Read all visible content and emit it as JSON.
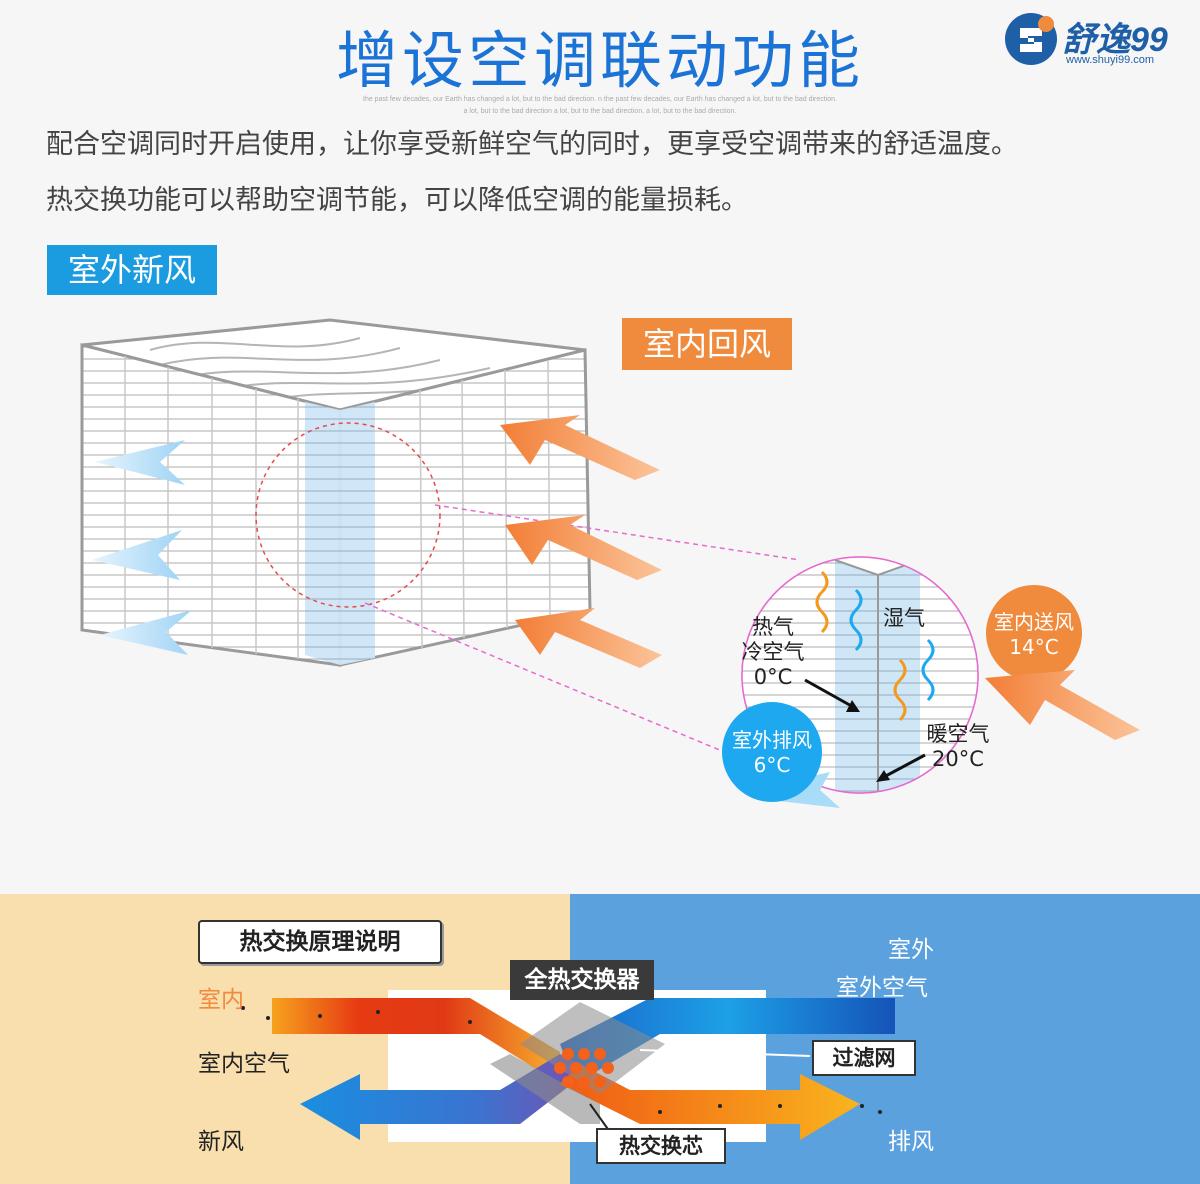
{
  "header": {
    "title": "增设空调联动功能",
    "sublines": [
      "the past few decades, our Earth has changed a lot, but to the bad direction. n the past few decades, our Earth has changed a lot, but to the bad direction.",
      "a lot, but to the bad direction a lot, but to the bad direction. a lot, but to the bad direction."
    ]
  },
  "logo": {
    "name": "舒逸99",
    "url": "www.shuyi99.com"
  },
  "description": [
    "配合空调同时开启使用，让你享受新鲜空气的同时，更享受空调带来的舒适温度。",
    "热交换功能可以帮助空调节能，可以降低空调的能量损耗。"
  ],
  "tags": {
    "outdoor_fresh": "室外新风",
    "indoor_return": "室内回风"
  },
  "detail": {
    "hot_cold": [
      "热气",
      "冷空气",
      "0°C"
    ],
    "humid": "湿气",
    "warm": [
      "暖空气",
      "20°C"
    ],
    "supply": [
      "室内送风",
      "14°C"
    ],
    "exhaust": [
      "室外排风",
      "6°C"
    ]
  },
  "principle": {
    "box_title": "热交换原理说明",
    "indoor": "室内",
    "indoor_air": "室内空气",
    "fresh_air": "新风",
    "outdoor": "室外",
    "outdoor_air": "室外空气",
    "exhaust": "排风",
    "exchanger": "全热交换器",
    "filter": "过滤网",
    "core": "热交换芯"
  },
  "colors": {
    "blue": "#1b73d6",
    "orange": "#f08a3c",
    "light_blue": "#20a6ea",
    "tag_blue": "#1b9be0"
  }
}
